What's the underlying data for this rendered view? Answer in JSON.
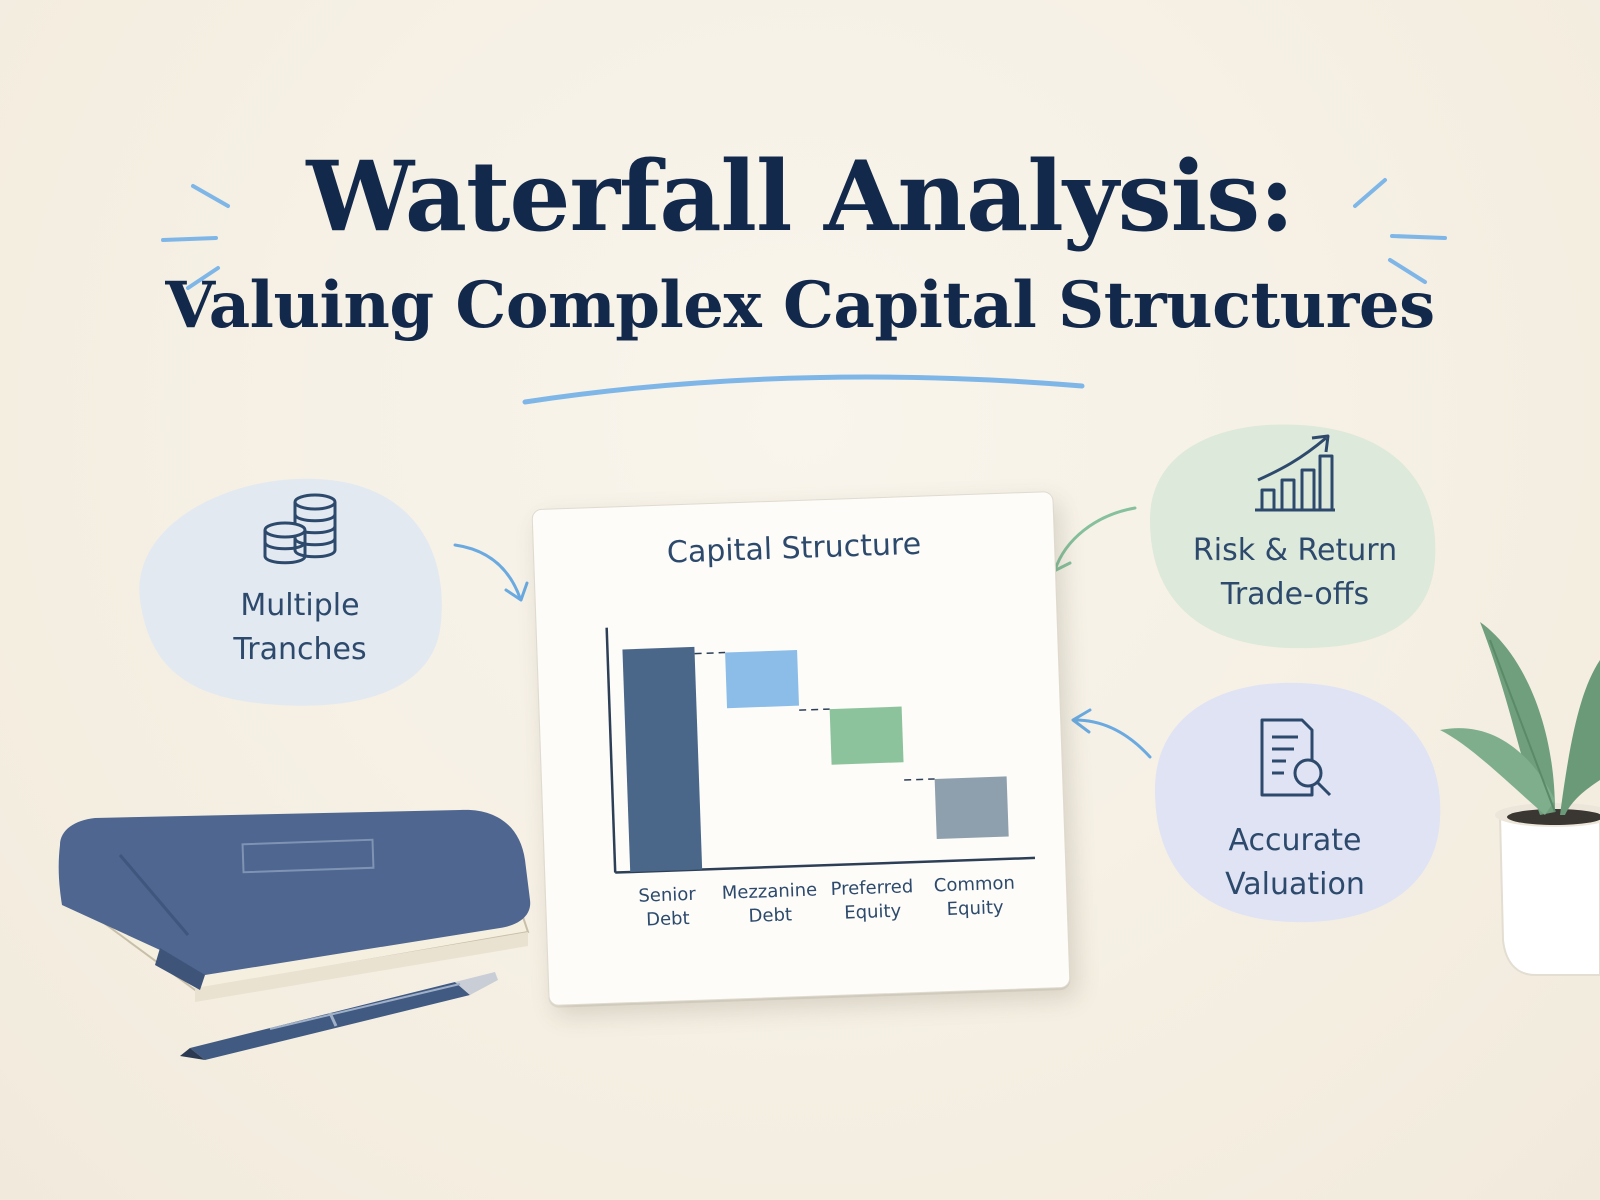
{
  "title": {
    "main": "Waterfall Analysis:",
    "sub": "Valuing Complex Capital Structures"
  },
  "bubbles": {
    "tranches": {
      "label": "Multiple\nTranches",
      "icon": "coin-stack-icon",
      "color": "#e2e9f1"
    },
    "risk": {
      "label": "Risk & Return\nTrade-offs",
      "icon": "growth-chart-icon",
      "color": "#dde9da"
    },
    "valuation": {
      "label": "Accurate\nValuation",
      "icon": "document-search-icon",
      "color": "#dfe3f3"
    }
  },
  "colors": {
    "navy": "#13294b",
    "accent_blue": "#7fb6e8",
    "green_arrow": "#86c09c"
  },
  "chart_data": {
    "type": "bar",
    "title": "Capital Structure",
    "categories": [
      "Senior\nDebt",
      "Mezzanine\nDebt",
      "Preferred\nEquity",
      "Common\nEquity"
    ],
    "series": [
      {
        "values": [
          {
            "start": 0,
            "end": 100
          },
          {
            "start": 72,
            "end": 97
          },
          {
            "start": 45,
            "end": 70
          },
          {
            "start": 10,
            "end": 37
          }
        ]
      }
    ],
    "bar_colors": [
      "#4a6689",
      "#8bbde8",
      "#8cc39c",
      "#8e9fae"
    ],
    "ylim": [
      0,
      110
    ],
    "grid": false
  }
}
